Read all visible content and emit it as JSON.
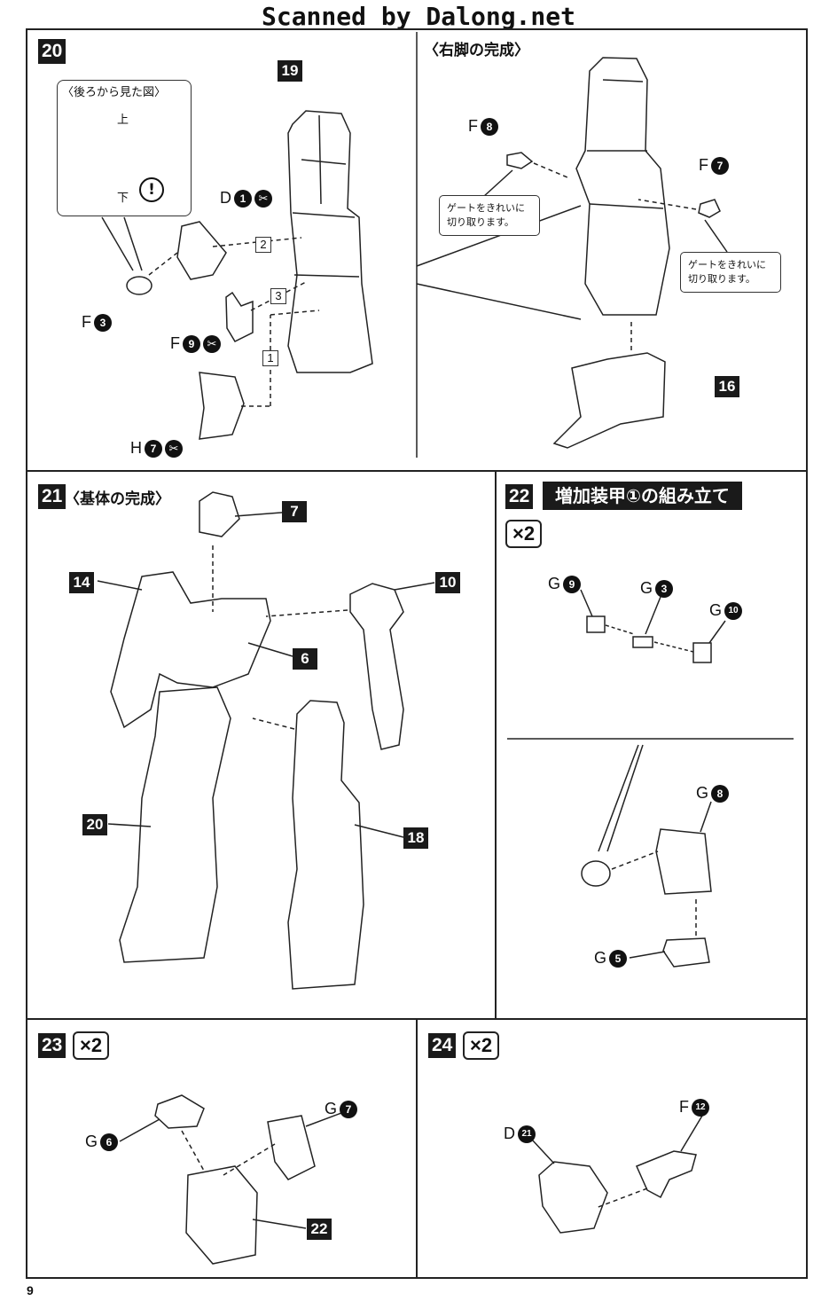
{
  "watermark": "Scanned by Dalong.net",
  "page_number": "9",
  "step20": {
    "badge": "20",
    "rear_view_title": "〈後ろから見た図〉",
    "up_label": "上",
    "down_label": "下",
    "assembly_ref": "19",
    "parts": [
      {
        "letter": "D",
        "num": "1",
        "cut": true
      },
      {
        "letter": "F",
        "num": "3",
        "cut": false
      },
      {
        "letter": "F",
        "num": "9",
        "cut": true
      },
      {
        "letter": "H",
        "num": "7",
        "cut": true
      }
    ],
    "order": [
      "1",
      "2",
      "3"
    ],
    "right_leg_title": "〈右脚の完成〉",
    "right_parts": [
      {
        "letter": "F",
        "num": "8"
      },
      {
        "letter": "F",
        "num": "7"
      }
    ],
    "gate_note": [
      "ゲートをきれいに",
      "切り取ります。"
    ],
    "assembly_16": "16"
  },
  "step21": {
    "badge": "21",
    "title": "〈基体の完成〉",
    "refs": [
      "7",
      "14",
      "10",
      "6",
      "20",
      "18"
    ]
  },
  "step22": {
    "badge": "22",
    "title": "増加装甲①の組み立て",
    "multiplier": "×2",
    "parts": [
      {
        "letter": "G",
        "num": "9"
      },
      {
        "letter": "G",
        "num": "3"
      },
      {
        "letter": "G",
        "num": "10"
      },
      {
        "letter": "G",
        "num": "8"
      },
      {
        "letter": "G",
        "num": "5"
      }
    ]
  },
  "step23": {
    "badge": "23",
    "multiplier": "×2",
    "parts": [
      {
        "letter": "G",
        "num": "6"
      },
      {
        "letter": "G",
        "num": "7"
      }
    ],
    "ref": "22"
  },
  "step24": {
    "badge": "24",
    "multiplier": "×2",
    "parts": [
      {
        "letter": "D",
        "num": "21"
      },
      {
        "letter": "F",
        "num": "12"
      }
    ]
  }
}
